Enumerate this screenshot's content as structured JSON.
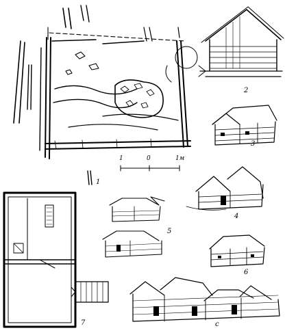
{
  "figure_labels": {
    "excavation_plan": "1",
    "reconstruction_cabin": "2",
    "row_of_three": "3",
    "two_gabled_group": "4",
    "two_pairs": "5",
    "long_row": "6",
    "floor_plan": "7",
    "four_cabins": "c"
  },
  "scale_bar": {
    "left": "1",
    "middle": "0",
    "right": "1м"
  },
  "colors": {
    "ink": "#000000",
    "paper": "#ffffff"
  }
}
